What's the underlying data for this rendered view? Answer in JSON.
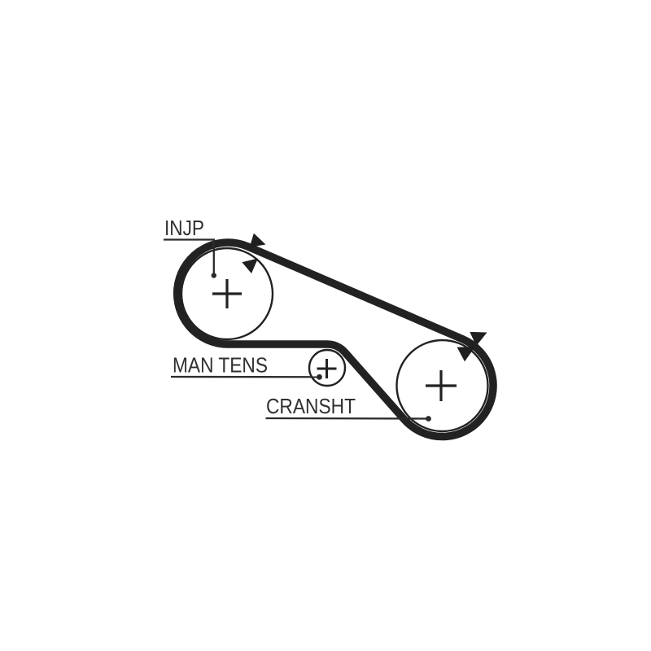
{
  "colors": {
    "ink": "#222222",
    "leader": "#2b2b2b",
    "label_text": "#303030",
    "background": "#ffffff"
  },
  "labels": {
    "injp": "INJP",
    "man_tens": "MAN TENS",
    "cransht": "CRANSHT"
  },
  "diagram": {
    "type": "timing-belt-routing",
    "pulleys": [
      {
        "id": "injp",
        "label": "INJP",
        "center_marker": "cross",
        "size": "large"
      },
      {
        "id": "man_tens",
        "label": "MAN TENS",
        "center_marker": "cross",
        "size": "small"
      },
      {
        "id": "cransht",
        "label": "CRANSHT",
        "center_marker": "cross",
        "size": "large"
      }
    ],
    "direction_marker_pairs": 2
  }
}
